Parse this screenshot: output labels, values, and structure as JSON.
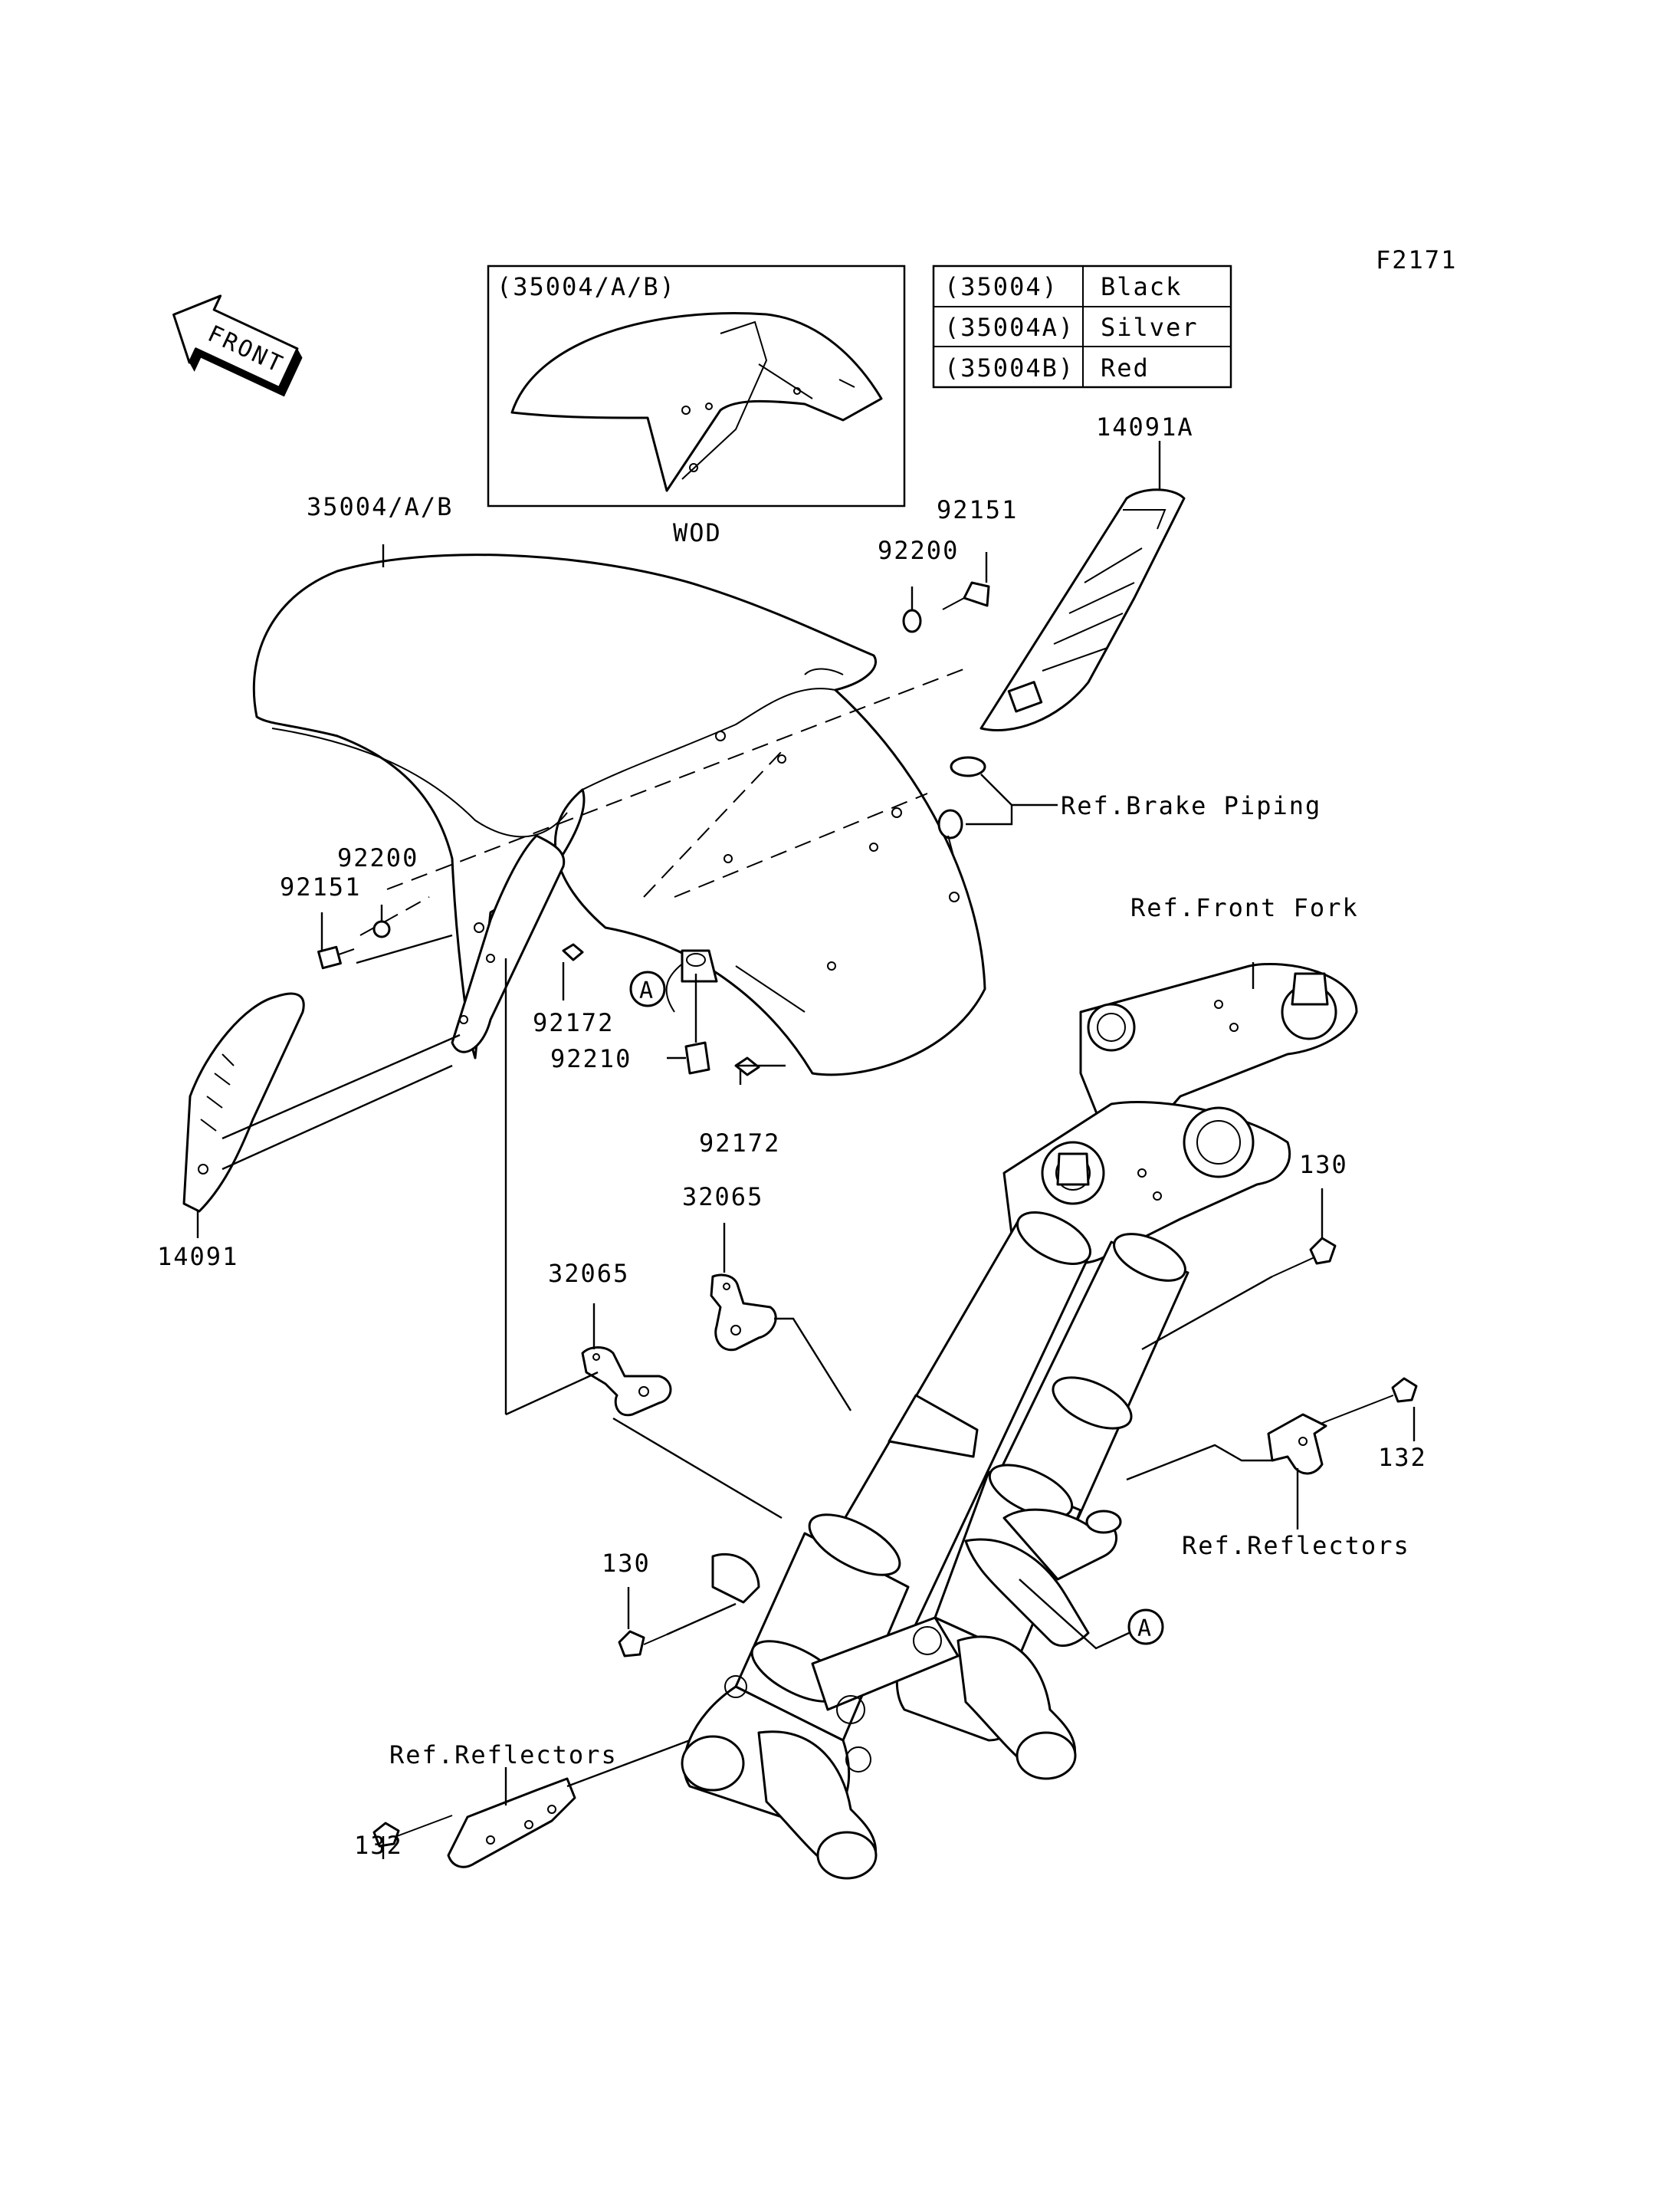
{
  "figure_code": "F2171",
  "front_arrow": {
    "text": "FRONT",
    "icon": "front-arrow-icon"
  },
  "inset": {
    "title": "(35004/A/B)",
    "caption": "WOD"
  },
  "color_table": [
    {
      "code": "(35004)",
      "color": "Black"
    },
    {
      "code": "(35004A)",
      "color": "Silver"
    },
    {
      "code": "(35004B)",
      "color": "Red"
    }
  ],
  "labels": {
    "fender": "35004/A/B",
    "cover_right": "14091A",
    "bolt_upper_right": "92151",
    "washer_upper_right": "92200",
    "brake_piping": "Ref.Brake Piping",
    "washer_left": "92200",
    "bolt_left": "92151",
    "screw_left": "92172",
    "clip": "92210",
    "screw_center": "92172",
    "ref_a_upper": "A",
    "cover_left": "14091",
    "front_fork": "Ref.Front Fork",
    "bolt_130_upper": "130",
    "bracket_upper": "32065",
    "bracket_lower": "32065",
    "bolt_132_right": "132",
    "reflectors_right": "Ref.Reflectors",
    "bolt_130_lower": "130",
    "ref_a_lower": "A",
    "reflectors_left": "Ref.Reflectors",
    "bolt_132_left": "132"
  }
}
